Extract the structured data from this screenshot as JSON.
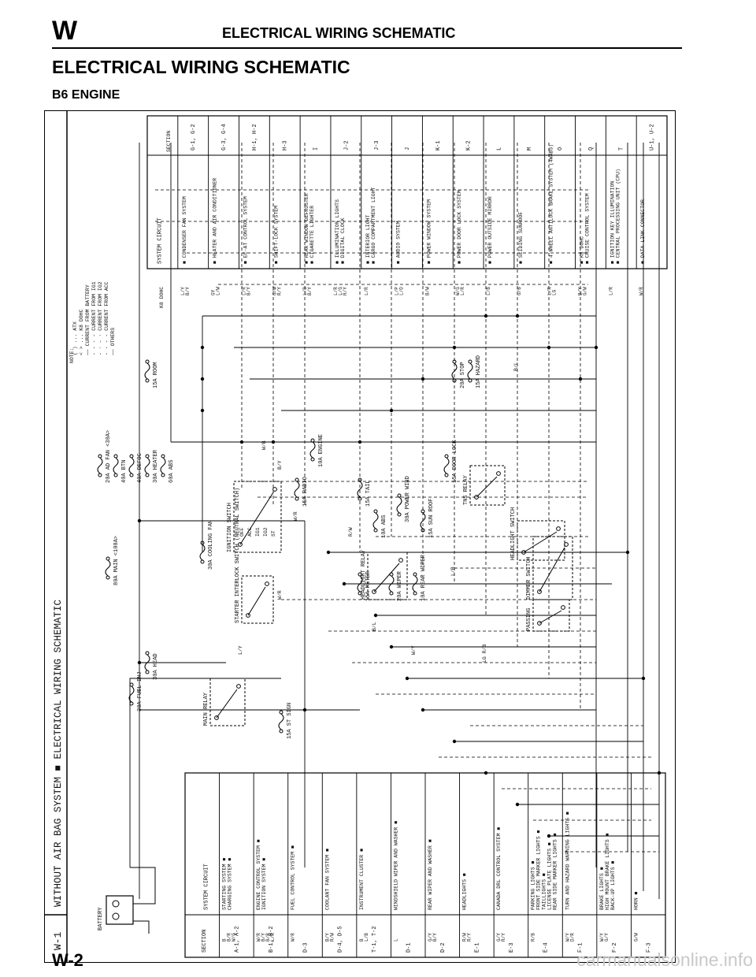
{
  "header": {
    "section_letter": "W",
    "running_title": "ELECTRICAL WIRING SCHEMATIC"
  },
  "page_title": "ELECTRICAL WIRING SCHEMATIC",
  "subtitle": "B6 ENGINE",
  "footer": {
    "page_number": "W-2"
  },
  "watermark": "carmanualsonline.info",
  "schematic": {
    "sheet_id": "W-1",
    "sheet_title": "WITHOUT AIR BAG SYSTEM ■ ELECTRICAL WIRING SCHEMATIC",
    "battery_label": "BATTERY",
    "notes": {
      "title": "NOTE:",
      "lines": [
        "( ) ... ATX",
        "< > ... K8 DOHC",
        "—— CURRENT FROM BATTERY",
        "- - - - CURRENT FROM IG1",
        "- · - · CURRENT FROM IG2",
        "- - - - CURRENT FROM ACC",
        "—— OTHERS"
      ]
    },
    "fuses": [
      "30A FUEL INJ",
      "30A HEAD",
      "80A MAIN <100A>",
      "30A COOLING FAN",
      "20A AD FAN <30A>",
      "40A BTN",
      "40A DEFOG",
      "30A HEATER",
      "60A ABS",
      "15A ROOM",
      "15A RADIO",
      "10A ENGINE",
      "15A TAIL",
      "10A ABS",
      "15A METER",
      "20A WIPER",
      "10A REAR WIPER",
      "30A POWER WIND",
      "15A SUN ROOF",
      "15A DOOR LOCK",
      "20A STOP",
      "15A HAZARD",
      "15A ST SIGN"
    ],
    "components": [
      "MAIN RELAY",
      "STARTER INTERLOCK SWITCH (NEUTRAL SWITCH)",
      "IGNITION SWITCH",
      "HEADLIGHT RELAY",
      "TNS RELAY",
      "HEADLIGHT SWITCH",
      "DIMMER SWITCH",
      "PASSING"
    ],
    "ign_positions": [
      "OFF",
      "ACC",
      "IG1",
      "IG2",
      "ST"
    ],
    "left_table": {
      "header_system": "SYSTEM CIRCUIT",
      "header_section": "SECTION",
      "rows": [
        {
          "section": "A-1, A-2",
          "systems": [
            "STARTING SYSTEM",
            "CHARGING SYSTEM"
          ],
          "wires": [
            "B",
            "B/R",
            "W/G"
          ]
        },
        {
          "section": "B-1, B-2",
          "systems": [
            "ENGINE CONTROL SYSTEM",
            "IGNITION SYSTEM"
          ],
          "wires": [
            "W/R",
            "B/Y",
            "B/R",
            "L/R"
          ]
        },
        {
          "section": "D-3",
          "systems": [
            "FUEL CONTROL SYSTEM"
          ],
          "wires": [
            "W/R"
          ]
        },
        {
          "section": "D-4, D-5",
          "systems": [
            "COOLANT FAN SYSTEM"
          ],
          "wires": [
            "B/Y",
            "R/W"
          ]
        },
        {
          "section": "T-1, T-2",
          "systems": [
            "INSTRUMENT CLUSTER"
          ],
          "wires": [
            "B",
            "L/B"
          ]
        },
        {
          "section": "D-1",
          "systems": [
            "WINDSHIELD WIPER AND WASHER"
          ],
          "wires": [
            "L"
          ]
        },
        {
          "section": "D-2",
          "systems": [
            "REAR WIPER AND WASHER"
          ],
          "wires": [
            "G/Y",
            "B/Y"
          ]
        },
        {
          "section": "E-1",
          "systems": [
            "HEADLIGHTS"
          ],
          "wires": [
            "R/W",
            "R/Y"
          ]
        },
        {
          "section": "E-3",
          "systems": [
            "CANADA DRL CONTROL SYSTEM"
          ],
          "wires": [
            "G/Y",
            "R/Y"
          ]
        },
        {
          "section": "E-4",
          "systems": [
            "PARKING LIGHTS",
            "FRONT SIDE MARKER LIGHTS",
            "TAILLIGHTS",
            "LICENSE PLATE LIGHTS",
            "REAR SIDE MARKER LIGHTS"
          ],
          "wires": [
            "R/B"
          ]
        },
        {
          "section": "F-1",
          "systems": [
            "TURN AND HAZARD WARNING LIGHTS"
          ],
          "wires": [
            "W/Y",
            "D/R"
          ]
        },
        {
          "section": "F-2",
          "systems": [
            "BRAKE LIGHTS",
            "HIGH MOUNT BRAKE LIGHTS",
            "BACK-UP LIGHTS"
          ],
          "wires": [
            "W/Y",
            "G/Y"
          ]
        },
        {
          "section": "F-3",
          "systems": [
            "HORN"
          ],
          "wires": [
            "G/W"
          ]
        }
      ]
    },
    "right_table": {
      "header_system": "SYSTEM CIRCUIT",
      "header_section": "SECTION",
      "rows": [
        {
          "section": "G-1, G-2",
          "systems": [
            "CONDENSER FAN SYSTEM"
          ],
          "wires": [
            "L/Y",
            "B/Y"
          ]
        },
        {
          "section": "G-3, G-4",
          "systems": [
            "HEATER AND AIR CONDITIONER"
          ],
          "wires": [
            "GY",
            "L/W"
          ]
        },
        {
          "section": "H-1, H-2",
          "systems": [
            "EC-AT CONTROL SYSTEM"
          ],
          "wires": [
            "L/R",
            "B/Y"
          ]
        },
        {
          "section": "H-3",
          "systems": [
            "SHIFT-LOCK SYSTEM"
          ],
          "wires": [
            "G/W",
            "R/Y"
          ]
        },
        {
          "section": "I",
          "systems": [
            "REAR WINDOW DEFROSTER",
            "CIGARETTE LIGHTER"
          ],
          "wires": [
            "L/B",
            "B/Y"
          ]
        },
        {
          "section": "J-2",
          "systems": [
            "ILLUMINATION LIGHTS",
            "DIGITAL CLOCK"
          ],
          "wires": [
            "L/R",
            "L/G",
            "R/Y"
          ]
        },
        {
          "section": "J-3",
          "systems": [
            "INTERIOR LIGHT",
            "CARGO COMPARTMENT LIGHT"
          ],
          "wires": [
            "L/R"
          ]
        },
        {
          "section": "J",
          "systems": [
            "AUDIO SYSTEM"
          ],
          "wires": [
            "L/P",
            "L/O"
          ]
        },
        {
          "section": "K-1",
          "systems": [
            "POWER WINDOW SYSTEM"
          ],
          "wires": [
            "B/W"
          ]
        },
        {
          "section": "K-2",
          "systems": [
            "POWER DOOR LOCK SYSTEM"
          ],
          "wires": [
            "W/G",
            "L/R"
          ]
        },
        {
          "section": "L",
          "systems": [
            "POWER OUTSIDE MIRROR"
          ],
          "wires": [
            "L/B"
          ]
        },
        {
          "section": "M",
          "systems": [
            "SLIDING SUNROOF"
          ],
          "wires": [
            "G/B"
          ]
        },
        {
          "section": "O",
          "systems": [
            "4 WHEEL ANTILOCK BRAKE SYSTEM (4WABS)"
          ],
          "wires": [
            "L/R",
            "LG"
          ]
        },
        {
          "section": "Q",
          "systems": [
            "K8 DOHC",
            "CRUISE CONTROL SYSTEM"
          ],
          "wires": [
            "B/Y",
            "G/W"
          ]
        },
        {
          "section": "T",
          "systems": [
            "IGNITION KEY ILLUMINATION",
            "CENTRAL PROCESSING UNIT (CPU)"
          ],
          "wires": [
            "L/R"
          ]
        },
        {
          "section": "U-1, U-2",
          "systems": [
            "DATA LINK CONNECTOR"
          ],
          "wires": [
            "W/R"
          ]
        }
      ]
    },
    "wire_misc": [
      "K8 DOHC",
      "B/Y",
      "W/R",
      "R/W",
      "B/L",
      "L/Y",
      "W/B",
      "W/Y",
      "L/B",
      "LG R/B",
      "B/L",
      "W/R"
    ]
  }
}
